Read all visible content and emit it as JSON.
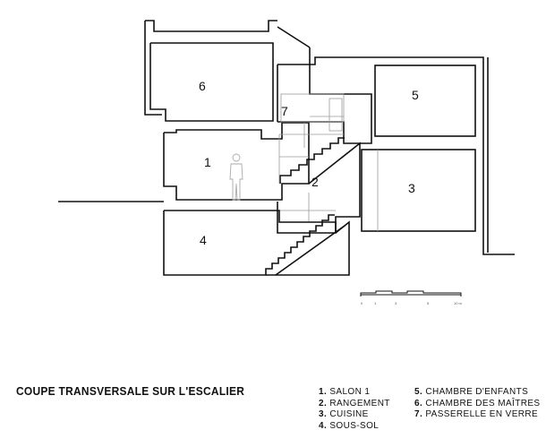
{
  "rooms": [
    {
      "number": "1"
    },
    {
      "number": "2"
    },
    {
      "number": "3"
    },
    {
      "number": "4"
    },
    {
      "number": "5"
    },
    {
      "number": "6"
    },
    {
      "number": "7"
    }
  ],
  "caption": {
    "title": "COUPE TRANSVERSALE SUR L'ESCALIER"
  },
  "legend": {
    "column_1": [
      {
        "num": "1.",
        "label": "SALON 1"
      },
      {
        "num": "2.",
        "label": "RANGEMENT"
      },
      {
        "num": "3.",
        "label": "CUISINE"
      },
      {
        "num": "4.",
        "label": "SOUS-SOL"
      }
    ],
    "column_2": [
      {
        "num": "5.",
        "label": "CHAMBRE D'ENFANTS"
      },
      {
        "num": "6.",
        "label": "CHAMBRE DES MAÎTRES"
      },
      {
        "num": "7.",
        "label": "PASSERELLE EN VERRE"
      }
    ]
  },
  "scale_bar": {
    "ticks": [
      "0",
      "1",
      "3",
      "5",
      "10 m"
    ]
  },
  "colors": {
    "line": "#111111",
    "thin_line": "#9a9a9a"
  }
}
